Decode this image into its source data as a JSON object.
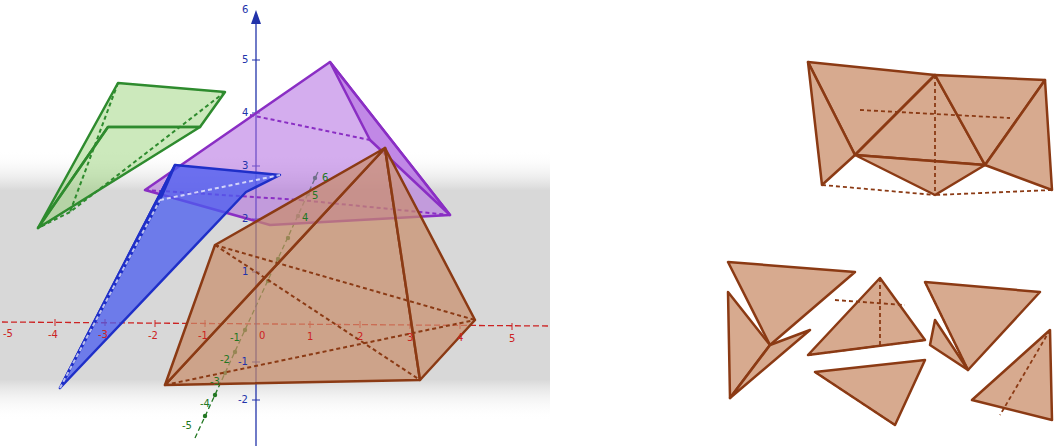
{
  "diagram": {
    "labels": [
      "6",
      "5",
      "4",
      "3",
      "2",
      "1",
      "-1",
      "-2",
      "-5",
      "-4",
      "-3",
      "-2",
      "-1",
      "0",
      "1",
      "2",
      "3",
      "4",
      "5",
      "6",
      "5",
      "4",
      "-1",
      "-2",
      "-3",
      "-4",
      "-5"
    ]
  }
}
